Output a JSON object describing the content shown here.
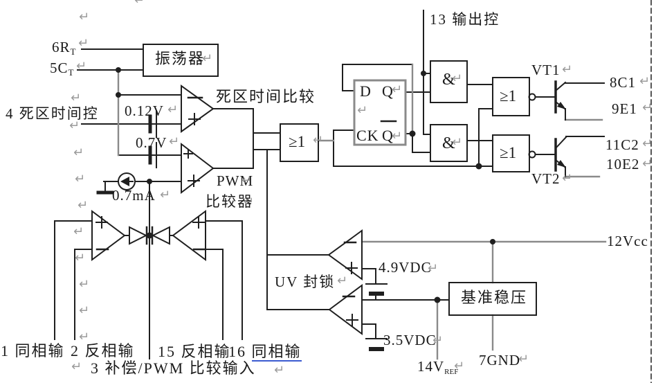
{
  "diagram": {
    "pins": {
      "p1": "1 同相输",
      "p2": "2 反相输",
      "p3": "3 补偿/PWM 比较输入",
      "p4": "4 死区时间控",
      "p5_main": "5C",
      "p5_sub": "T",
      "p6_main": "6R",
      "p6_sub": "T",
      "p7": "7GND",
      "p8": "8C1",
      "p9": "9E1",
      "p10": "10E2",
      "p11": "11C2",
      "p12": "12Vcc",
      "p13": "13 输出控",
      "p14_main": "14V",
      "p14_sub": "REF",
      "p15": "15 反相输",
      "p16_num": "16",
      "p16_link": "同相输"
    },
    "blocks": {
      "oscillator": "振荡器",
      "dead_time_comparator": "死区时间比较",
      "pwm_comparator_line1": "PWM",
      "pwm_comparator_line2": "比较器",
      "uv_lockout": "UV 封锁",
      "reference_regulator": "基准稳压"
    },
    "gates": {
      "or": "≥1",
      "and": "&"
    },
    "flipflop": {
      "d": "D",
      "q": "Q",
      "ck": "CK",
      "qbar": "Q"
    },
    "values": {
      "dead_time_offset": "0.12V",
      "pwm_offset": "0.7V",
      "bias_current": "0.7mA",
      "uv_threshold_high": "4.9VDC",
      "uv_threshold_low": "3.5VDC"
    },
    "transistors": {
      "vt1": "VT1",
      "vt2": "VT2"
    },
    "marks": {
      "pilcrow": "↵"
    },
    "colors": {
      "line": "#1f1f1f",
      "gray": "#8a8a8a",
      "link_underline": "#3b5bd0"
    }
  }
}
